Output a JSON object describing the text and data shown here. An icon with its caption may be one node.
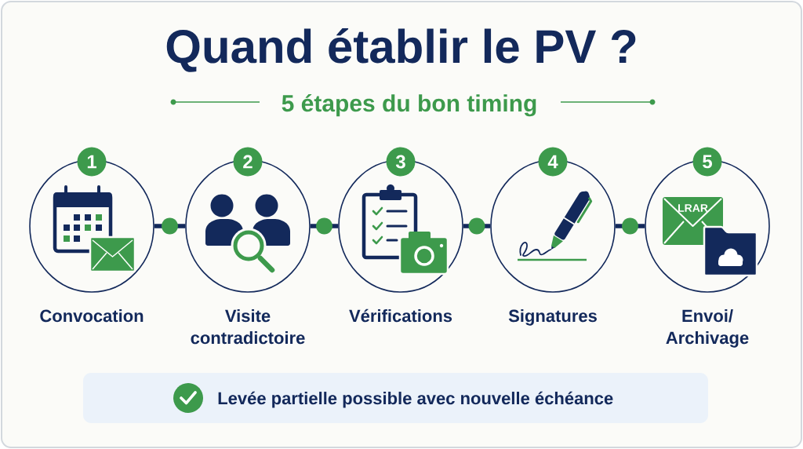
{
  "diagram": {
    "title": "Quand établir le PV ?",
    "nodes": [
      {
        "text": [
          "1"
        ]
      },
      {
        "text": [
          "Convocation"
        ]
      },
      {
        "text": [
          "2"
        ]
      },
      {
        "text": [
          "Visite contradictoire"
        ]
      },
      {
        "text": [
          "3"
        ]
      },
      {
        "text": [
          "Vérifications"
        ]
      },
      {
        "text": [
          "4"
        ]
      },
      {
        "text": [
          "Signatures"
        ]
      },
      {
        "text": [
          "5"
        ]
      },
      {
        "text": [
          "Envoi/ Archivage"
        ]
      },
      {
        "text": [
          "Levée partielle possible avec nouvelle échéance"
        ]
      }
    ],
    "edges": [
      {
        "from": 1,
        "to": 3,
        "arrow": "none"
      },
      {
        "from": 3,
        "to": 5,
        "arrow": "none"
      },
      {
        "from": 5,
        "to": 7,
        "arrow": "none"
      },
      {
        "from": 7,
        "to": 9,
        "arrow": "none"
      }
    ],
    "labels": [
      "5 étapes du bon timing",
      "LRAR"
    ]
  }
}
